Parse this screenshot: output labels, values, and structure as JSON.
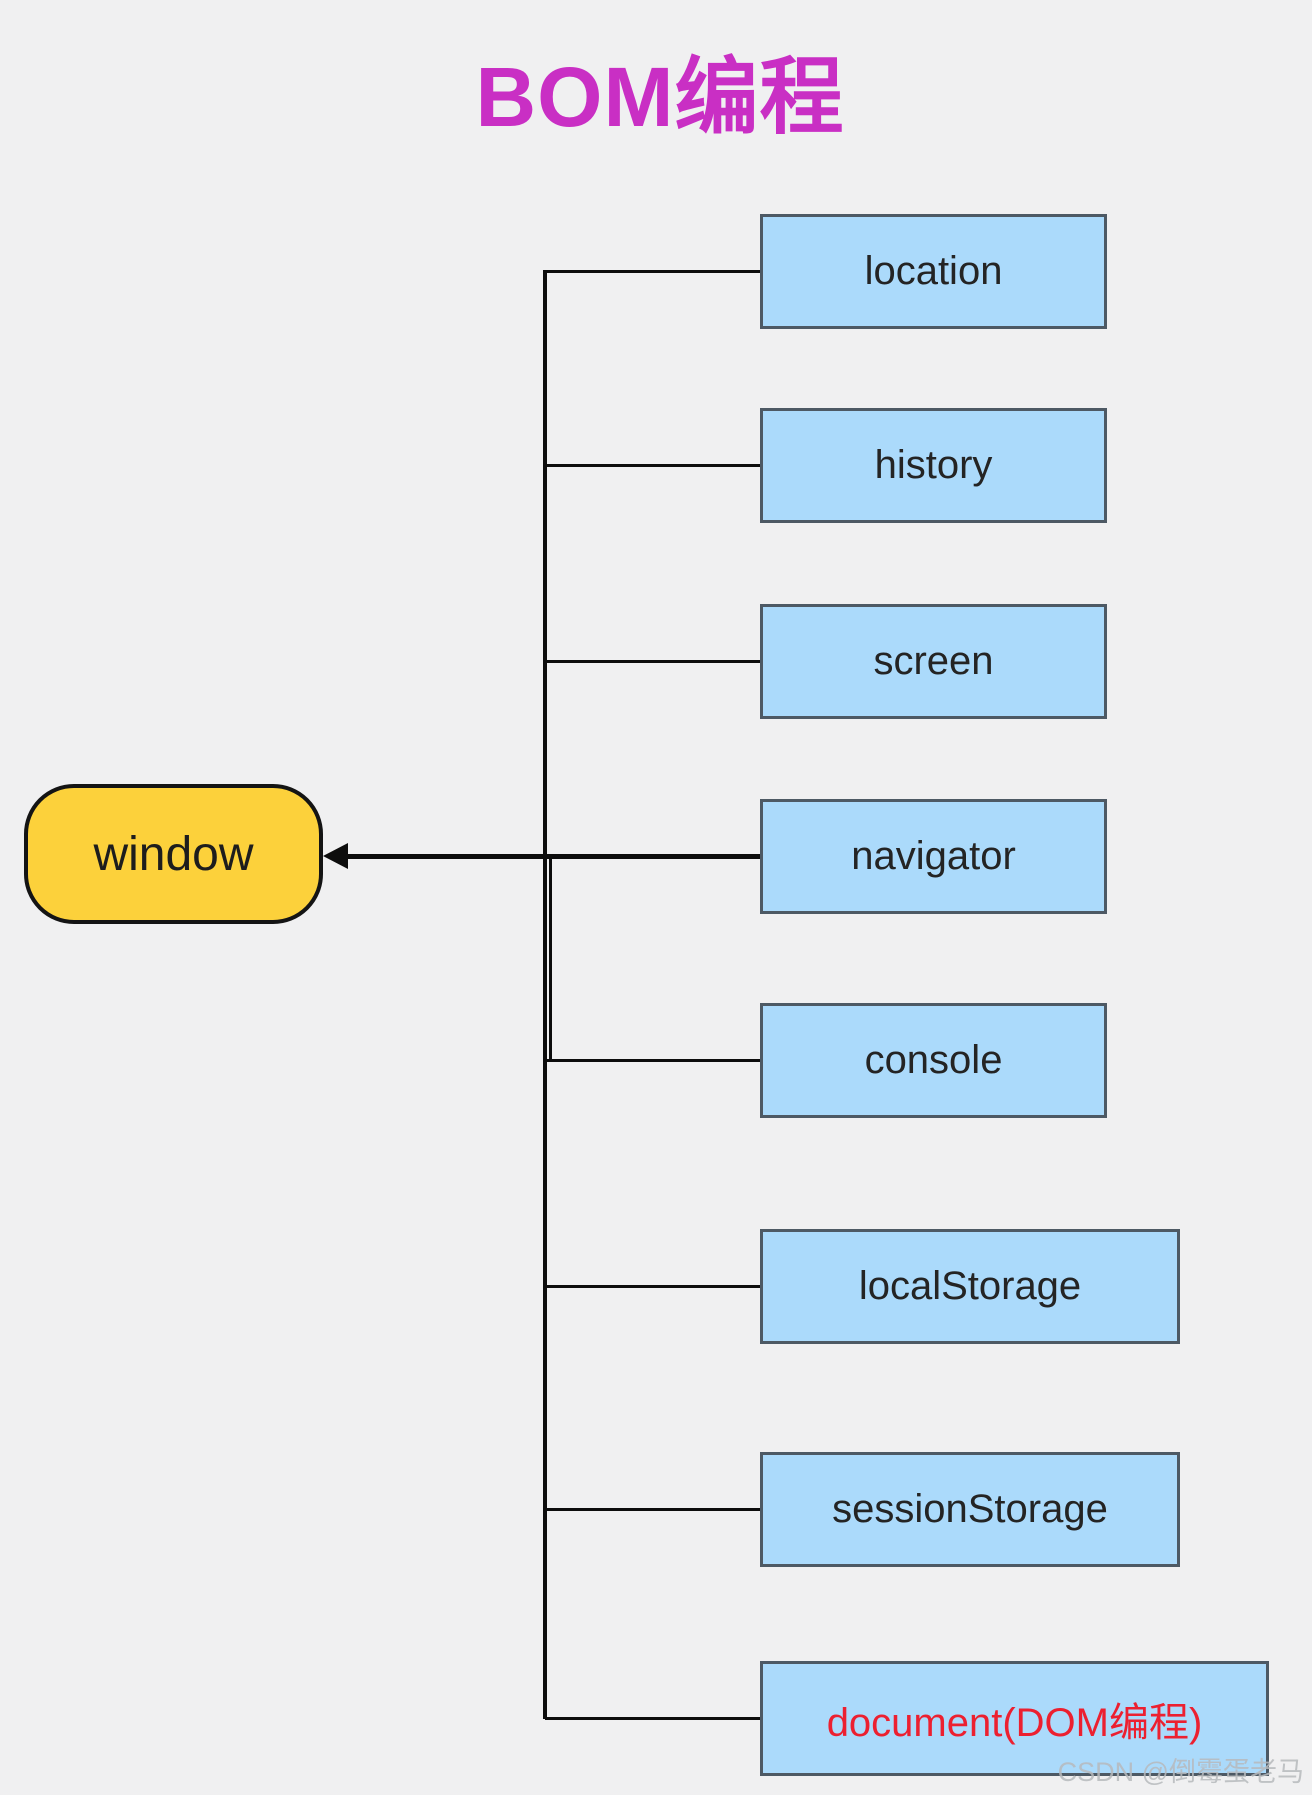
{
  "title": "BOM编程",
  "root": {
    "label": "window"
  },
  "children": [
    {
      "label": "location"
    },
    {
      "label": "history"
    },
    {
      "label": "screen"
    },
    {
      "label": "navigator"
    },
    {
      "label": "console"
    },
    {
      "label": "localStorage"
    },
    {
      "label": "sessionStorage"
    },
    {
      "label": "document(DOM编程)"
    }
  ],
  "watermark": "CSDN @倒霉蛋老马",
  "colors": {
    "background": "#f0f0f1",
    "title_text": "#c92fc4",
    "node_fill": "#abdafb",
    "node_border": "#4d5964",
    "node_text": "#242424",
    "root_fill": "#fcd13b",
    "root_border": "#141414",
    "document_text": "#ec2030",
    "connector": "#0d0d0d",
    "watermark_text": "#b7babd"
  }
}
